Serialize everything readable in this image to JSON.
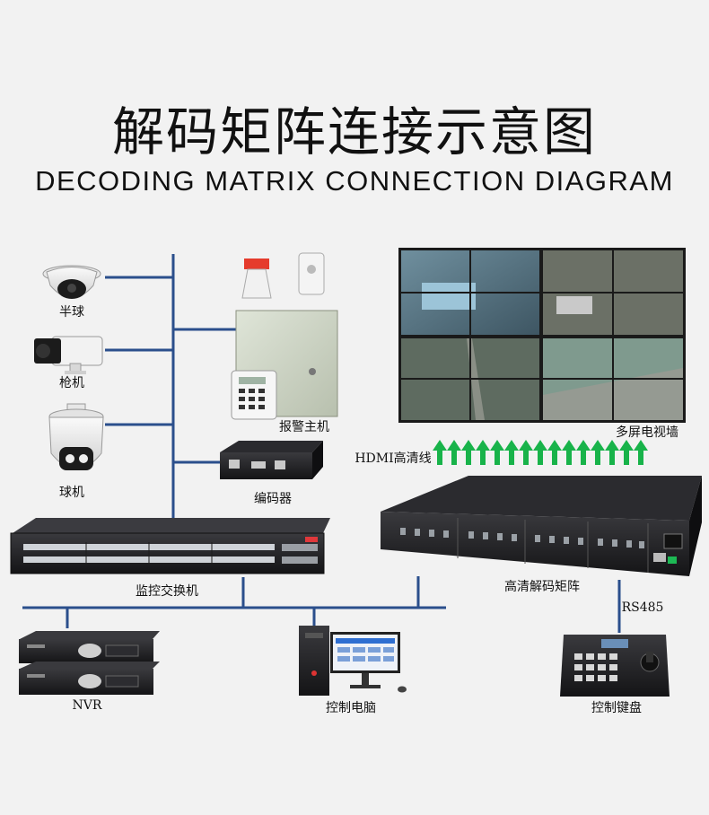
{
  "title": {
    "chinese": "解码矩阵连接示意图",
    "english": "DECODING MATRIX CONNECTION DIAGRAM"
  },
  "devices": {
    "dome_camera": "半球",
    "bullet_camera": "枪机",
    "speed_dome": "球机",
    "alarm_host": "报警主机",
    "encoder": "编码器",
    "switch": "监控交换机",
    "nvr": "NVR",
    "pc": "控制电脑",
    "video_wall": "多屏电视墙",
    "hd_matrix": "高清解码矩阵",
    "keyboard": "控制键盘"
  },
  "links": {
    "hdmi": "HDMI高清线",
    "rs485": "RS485"
  },
  "colors": {
    "bus_line": "#2b4f8c",
    "hdmi_arrow": "#18b34a",
    "device_dark": "#1e1e22"
  }
}
